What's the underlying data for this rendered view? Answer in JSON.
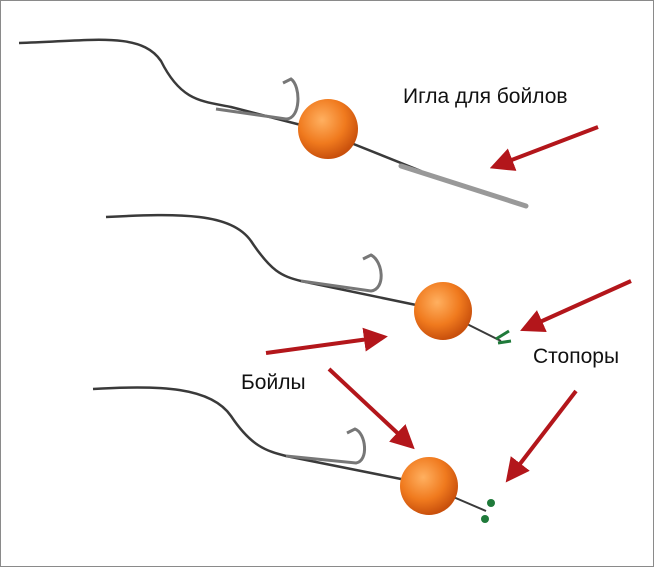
{
  "labels": {
    "needle": "Игла для бойлов",
    "boilies": "Бойлы",
    "stoppers": "Стопоры"
  },
  "colors": {
    "arrow": "#b3161b",
    "boilie": "#f07a1e",
    "line": "#3a3a3a",
    "stopper": "#1f7a3a"
  }
}
